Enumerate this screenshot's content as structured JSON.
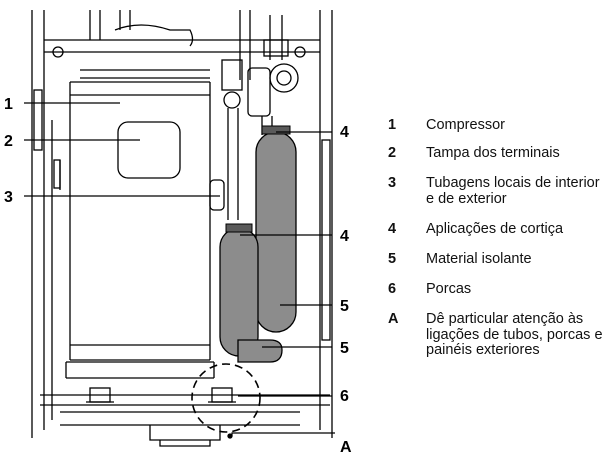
{
  "callouts": {
    "c1": "1",
    "c2": "2",
    "c3": "3",
    "c4a": "4",
    "c4b": "4",
    "c5a": "5",
    "c5b": "5",
    "c6": "6",
    "cA": "A"
  },
  "legend": [
    {
      "key": "1",
      "text": "Compressor"
    },
    {
      "key": "2",
      "text": "Tampa dos terminais"
    },
    {
      "key": "3",
      "text": "Tubagens locais de interior e de exterior"
    },
    {
      "key": "4",
      "text": "Aplicações de cortiça"
    },
    {
      "key": "5",
      "text": "Material isolante"
    },
    {
      "key": "6",
      "text": "Porcas"
    },
    {
      "key": "A",
      "text": "Dê particular atenção às ligações de tubos, porcas e painéis exteriores"
    }
  ],
  "colors": {
    "insulation": "#8c8c8c",
    "line": "#000000",
    "background": "#ffffff"
  }
}
